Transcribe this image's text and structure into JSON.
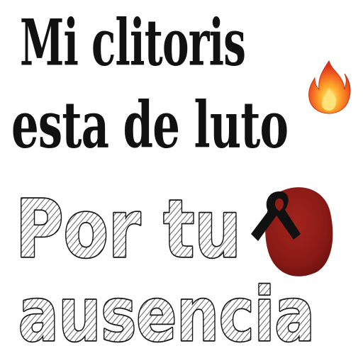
{
  "headline": {
    "line1": "Mi clitoris",
    "line2": "esta de luto"
  },
  "sketch": {
    "line1": "Por tu",
    "line2": "ausencia"
  },
  "icons": {
    "fire": "fire-icon",
    "ribbon": "black-mourning-ribbon-icon",
    "blob": "dark-red-round-shape"
  },
  "colors": {
    "text": "#111111",
    "background": "#ffffff",
    "blob": "#8e1b17",
    "flame_outer": "#e8431c",
    "flame_inner": "#ffb02e"
  }
}
